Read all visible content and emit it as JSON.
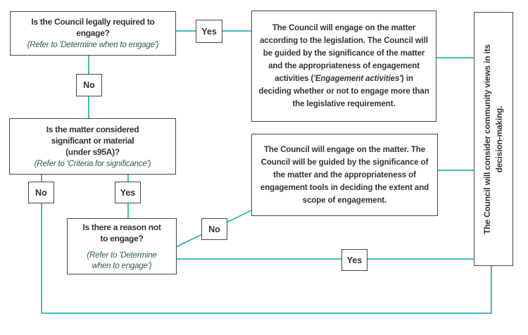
{
  "colors": {
    "connector": "#2bb3ba",
    "box_border": "#454545",
    "text": "#313437",
    "refer_text": "#2e5a58",
    "background": "#ffffff"
  },
  "labels": {
    "yes": "Yes",
    "no": "No"
  },
  "boxes": {
    "q1": {
      "title": "Is the Council legally required to\nengage?",
      "refer": "(Refer to 'Determine when to engage')"
    },
    "q2": {
      "title": "Is the matter considered\nsignificant or material\n(under s95A)?",
      "refer": "(Refer to 'Criteria for significance')"
    },
    "q3": {
      "title": "Is there a reason not\nto engage?",
      "refer": "(Refer to 'Determine\nwhen to engage')"
    },
    "outcome_legislation": {
      "text_before": "The Council will engage on the matter according to the legislation. The Council will be guided by the significance of the matter and the appropriateness of engagement activities (",
      "italic": "'Engagement activities'",
      "text_after": ") in deciding whether or not to engage more than the legislative requirement."
    },
    "outcome_engage": {
      "text": "The Council will engage on the matter. The Council will be guided by the significance of the matter and the appropriateness of engagement tools in deciding the extent and scope of engagement."
    },
    "consider_views": {
      "text": "The Council will consider community views in its\ndecision-making."
    }
  }
}
